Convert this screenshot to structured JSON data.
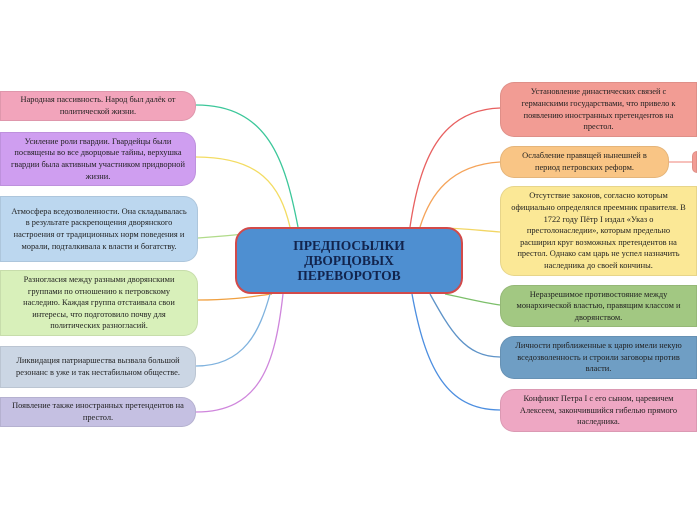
{
  "center": {
    "label": "ПРЕДПОСЫЛКИ ДВОРЦОВЫХ ПЕРЕВОРОТОВ"
  },
  "left_nodes": [
    {
      "text": "Народная пассивность. Народ был далёк от политической жизни.",
      "color": "#f2a4bb",
      "line": "#3cc79a"
    },
    {
      "text": "Усиление роли гвардии. Гвардейцы были посвящены во все дворцовые тайны, верхушка гвардии была активным участником придворной жизни.",
      "color": "#cf9ef0",
      "line": "#f3dc62"
    },
    {
      "text": "Атмосфера вседозволенности. Она складывалась в результате раскрепощения дворянского настроения от традиционных норм поведения и морали, подталкивала к власти и богатству.",
      "color": "#bcd7ef",
      "line": "#b1db8a"
    },
    {
      "text": "Разногласия между разными дворянскими группами по отношению к петровскому наследию. Каждая группа отстаивала свои интересы, что подготовило почву для политических разногласий.",
      "color": "#d8f0ba",
      "line": "#f0a040"
    },
    {
      "text": "Ликвидация патриаршества вызвала большой резонанс в уже и так нестабильном обществе.",
      "color": "#cbd6e4",
      "line": "#7fb2de"
    },
    {
      "text": "Появление также иностранных претендентов на престол.",
      "color": "#c5c0e2",
      "line": "#cf86dc"
    }
  ],
  "right_nodes": [
    {
      "text": "Установление династических связей с германскими государствами, что привело к появлению иностранных претендентов на престол.",
      "color": "#f29c94",
      "line": "#e86060"
    },
    {
      "text": "Ослабление правящей нынешней в период петровских реформ.",
      "color": "#f9c585",
      "line": "#f5a45a"
    },
    {
      "text": "Отсутствие законов, согласно которым официально определялся преемник правителя. В 1722 году Пётр I издал «Указ о престолонаследии», которым предельно расширил круг возможных претендентов на престол. Однако сам царь не успел назначить наследника до своей кончины.",
      "color": "#fbe896",
      "line": "#f2d664"
    },
    {
      "text": "Неразрешимое противостояние между монархической властью, правящим классом и дворянством.",
      "color": "#a2c882",
      "line": "#7cbf6a"
    },
    {
      "text": "Личности приближенные к царю имели некую вседозволенность и строили заговоры против власти.",
      "color": "#6f9ec4",
      "line": "#5e93c8"
    },
    {
      "text": "Конфликт Петра I с его сыном, царевичем Алексеем, закончившийся гибелью прямого наследника.",
      "color": "#eea7c3",
      "line": "#4c8ee0"
    }
  ],
  "partial_node": {
    "color": "#f29c94"
  }
}
